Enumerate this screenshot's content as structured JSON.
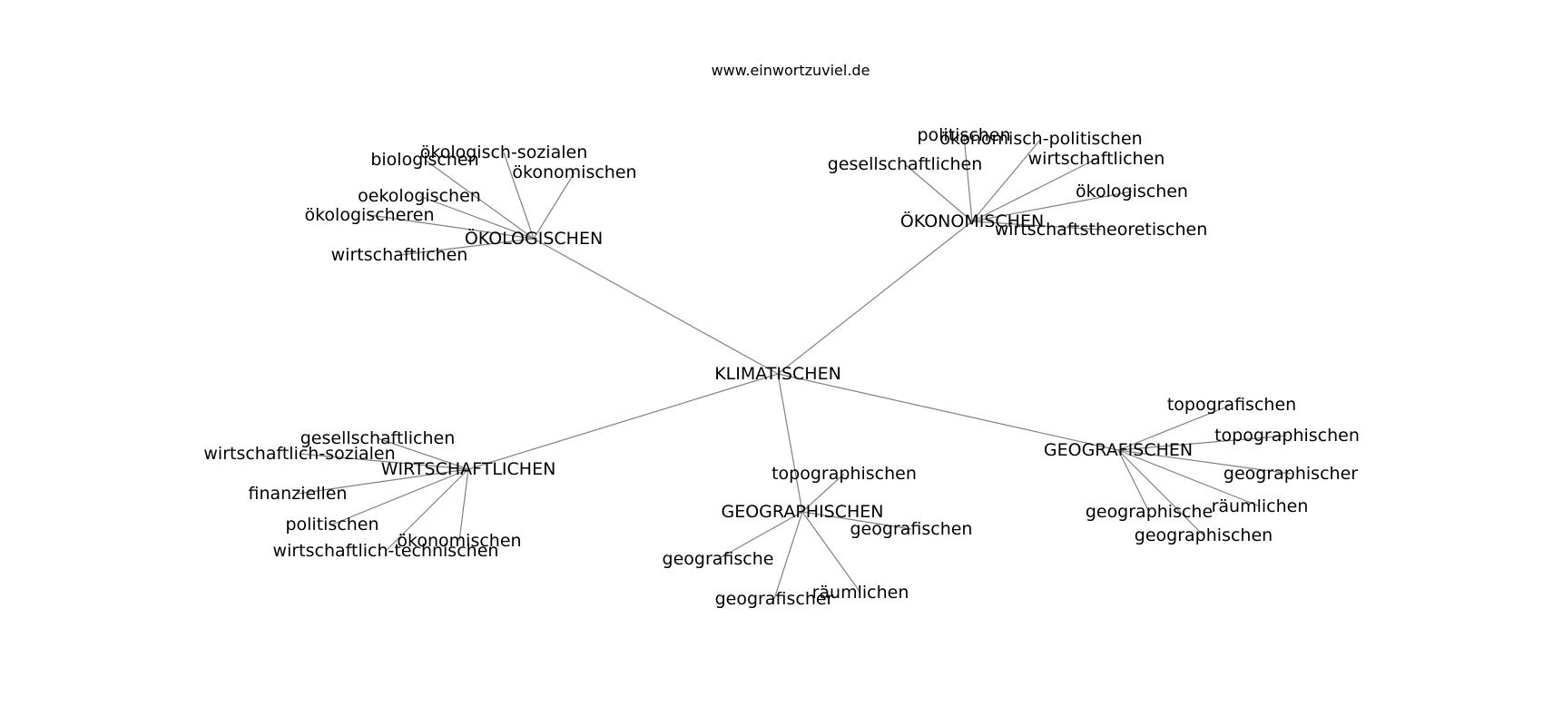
{
  "site": "www.einwortzuviel.de",
  "colors": {
    "edge": "#808080",
    "text": "#000000",
    "background": "#ffffff"
  },
  "root": "KLIMATISCHEN",
  "clusters": [
    {
      "hub": "ÖKOLOGISCHEN",
      "leaves": [
        "biologischen",
        "ökologisch-sozialen",
        "ökonomischen",
        "oekologischen",
        "ökologischeren",
        "wirtschaftlichen"
      ]
    },
    {
      "hub": "ÖKONOMISCHEN",
      "leaves": [
        "politischen",
        "ökonomisch-politischen",
        "gesellschaftlichen",
        "wirtschaftlichen",
        "ökologischen",
        "wirtschaftstheoretischen"
      ]
    },
    {
      "hub": "WIRTSCHAFTLICHEN",
      "leaves": [
        "gesellschaftlichen",
        "wirtschaftlich-sozialen",
        "finanziellen",
        "politischen",
        "ökonomischen",
        "wirtschaftlich-technischen"
      ]
    },
    {
      "hub": "GEOGRAPHISCHEN",
      "leaves": [
        "topographischen",
        "geografischen",
        "geografische",
        "räumlichen",
        "geografischer"
      ]
    },
    {
      "hub": "GEOGRAFISCHEN",
      "leaves": [
        "topografischen",
        "topographischen",
        "geographischer",
        "räumlichen",
        "geographische",
        "geographischen"
      ]
    }
  ]
}
